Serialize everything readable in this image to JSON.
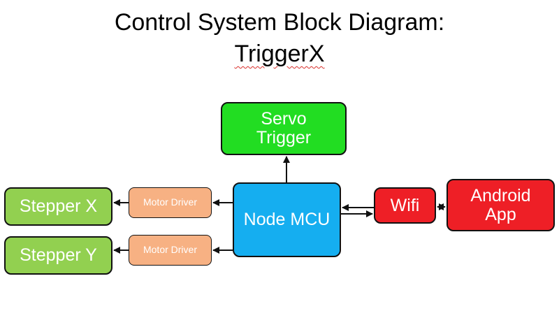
{
  "title": {
    "line1": "Control System Block Diagram:",
    "line2": "TriggerX"
  },
  "blocks": {
    "servo": {
      "label": "Servo\nTrigger",
      "color": "#22dd22"
    },
    "node_mcu": {
      "label": "Node MCU",
      "color": "#15aef0"
    },
    "wifi": {
      "label": "Wifi",
      "color": "#ee1f26"
    },
    "android_app": {
      "label": "Android\nApp",
      "color": "#ee1f26"
    },
    "motor_driver_x": {
      "label": "Motor Driver",
      "color": "#f7b183"
    },
    "motor_driver_y": {
      "label": "Motor Driver",
      "color": "#f7b183"
    },
    "stepper_x": {
      "label": "Stepper X",
      "color": "#92d050"
    },
    "stepper_y": {
      "label": "Stepper Y",
      "color": "#92d050"
    }
  }
}
